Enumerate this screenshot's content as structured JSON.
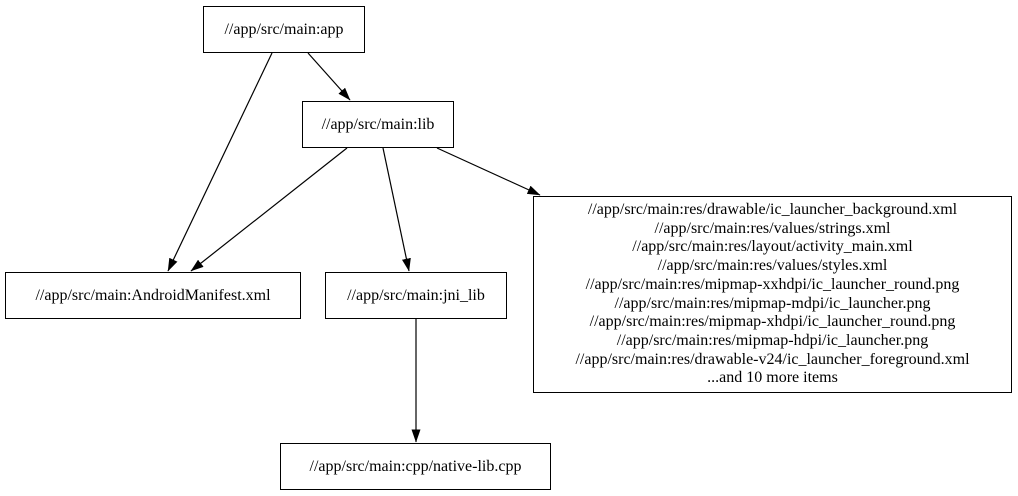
{
  "graph": {
    "background_color": "#ffffff",
    "node_fill_color": "#ffffff",
    "node_border_color": "#000000",
    "edge_color": "#000000",
    "nodes": {
      "app": {
        "label": "//app/src/main:app"
      },
      "lib": {
        "label": "//app/src/main:lib"
      },
      "android_manifest": {
        "label": "//app/src/main:AndroidManifest.xml"
      },
      "jni_lib": {
        "label": "//app/src/main:jni_lib"
      },
      "resources": {
        "lines": [
          "//app/src/main:res/drawable/ic_launcher_background.xml",
          "//app/src/main:res/values/strings.xml",
          "//app/src/main:res/layout/activity_main.xml",
          "//app/src/main:res/values/styles.xml",
          "//app/src/main:res/mipmap-xxhdpi/ic_launcher_round.png",
          "//app/src/main:res/mipmap-mdpi/ic_launcher.png",
          "//app/src/main:res/mipmap-xhdpi/ic_launcher_round.png",
          "//app/src/main:res/mipmap-hdpi/ic_launcher.png",
          "//app/src/main:res/drawable-v24/ic_launcher_foreground.xml",
          "...and 10 more items"
        ]
      },
      "native_lib_cpp": {
        "label": "//app/src/main:cpp/native-lib.cpp"
      }
    },
    "edges": [
      {
        "from": "app",
        "to": "lib"
      },
      {
        "from": "app",
        "to": "android_manifest"
      },
      {
        "from": "lib",
        "to": "android_manifest"
      },
      {
        "from": "lib",
        "to": "jni_lib"
      },
      {
        "from": "lib",
        "to": "resources"
      },
      {
        "from": "jni_lib",
        "to": "native_lib_cpp"
      }
    ]
  }
}
